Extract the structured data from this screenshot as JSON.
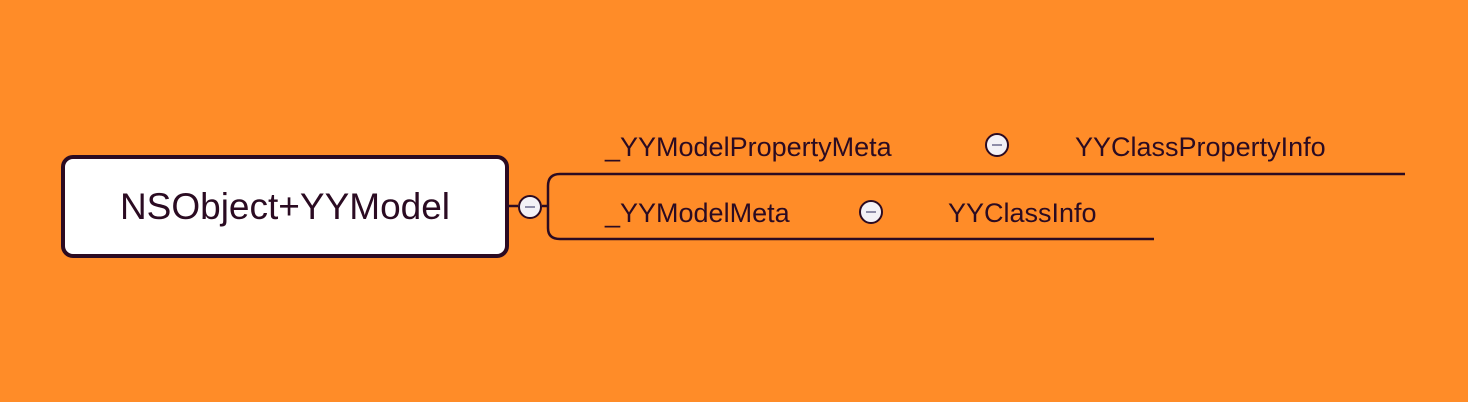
{
  "colors": {
    "background": "#FF8C28",
    "ink": "#2B0B22",
    "node_fill": "#FFFFFF",
    "toggle_fill": "#F3F1F6",
    "toggle_bar": "#8E8CA8"
  },
  "root": {
    "label": "NSObject+YYModel",
    "toggle_icon": "collapse-minus-icon"
  },
  "branches": [
    {
      "label": "_YYModelPropertyMeta",
      "toggle_icon": "collapse-minus-icon",
      "child": {
        "label": "YYClassPropertyInfo"
      }
    },
    {
      "label": "_YYModelMeta",
      "toggle_icon": "collapse-minus-icon",
      "child": {
        "label": "YYClassInfo"
      }
    }
  ]
}
